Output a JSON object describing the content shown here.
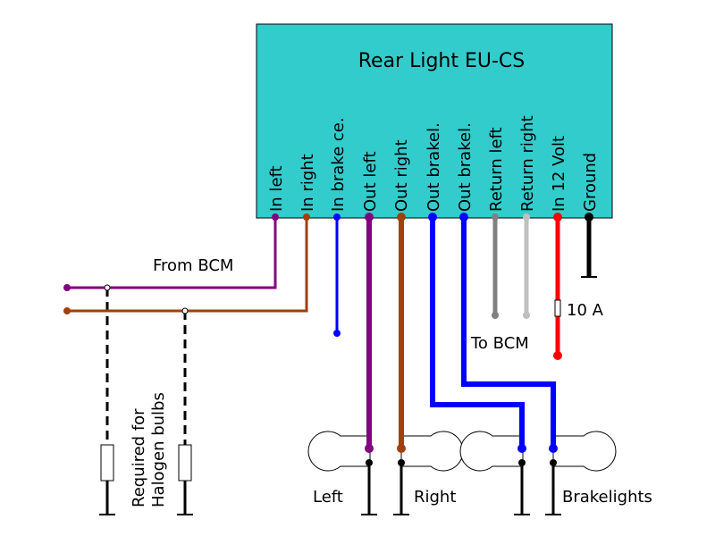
{
  "module": {
    "title": "Rear Light EU-CS",
    "fill_color": "#33cccc",
    "pins": [
      {
        "label": "In left",
        "color": "#800080"
      },
      {
        "label": "In right",
        "color": "#a0400b"
      },
      {
        "label": "In brake ce.",
        "color": "#0000ff"
      },
      {
        "label": "Out left",
        "color": "#800080"
      },
      {
        "label": "Out right",
        "color": "#a0400b"
      },
      {
        "label": "Out brakel.",
        "color": "#0000ff"
      },
      {
        "label": "Out brakel.",
        "color": "#0000ff"
      },
      {
        "label": "Return left",
        "color": "#808080"
      },
      {
        "label": "Return right",
        "color": "#c0c0c0"
      },
      {
        "label": "In 12 Volt",
        "color": "#ff0000"
      },
      {
        "label": "Ground",
        "color": "#000000"
      }
    ]
  },
  "labels": {
    "from_bcm": "From BCM",
    "to_bcm": "To BCM",
    "fuse": "10 A",
    "halogen_line1": "Required for",
    "halogen_line2": "Halogen bulbs",
    "left": "Left",
    "right": "Right",
    "brakelights": "Brakelights"
  },
  "icons": [
    "bulb-icon",
    "resistor-icon",
    "ground-icon",
    "fuse-icon"
  ]
}
